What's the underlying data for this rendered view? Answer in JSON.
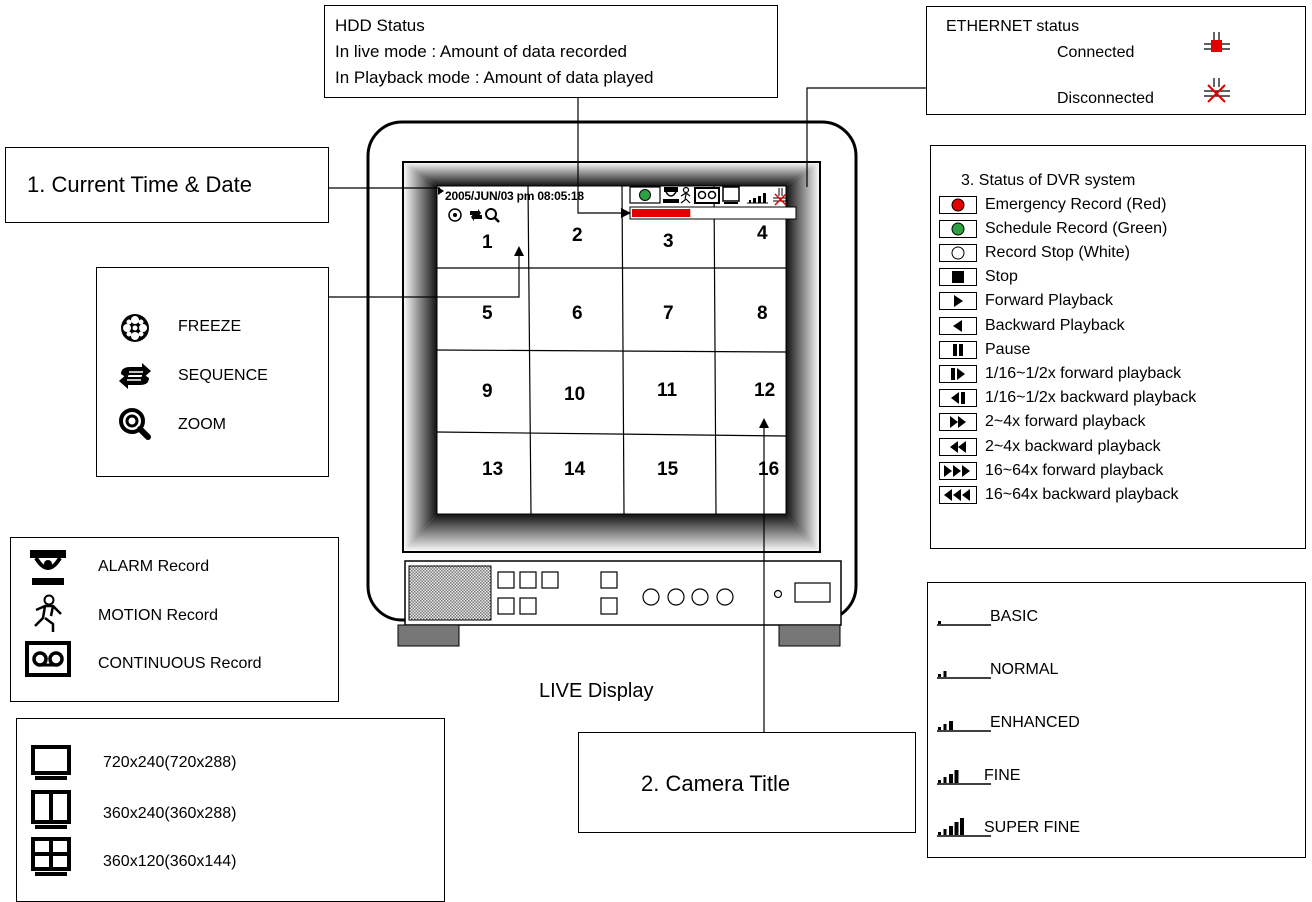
{
  "hdd": {
    "title": "HDD Status",
    "line1": "In live mode : Amount of data recorded",
    "line2": "In Playback mode : Amount of data played"
  },
  "ethernet": {
    "title": "ETHERNET status",
    "connected": "Connected",
    "disconnected": "Disconnected",
    "colors": {
      "connected": "#e00000",
      "disconnected": "#e00000"
    }
  },
  "time_box": {
    "label": "1. Current Time & Date"
  },
  "screen": {
    "timestamp": "2005/JUN/03 pm 08:05:18",
    "cameras": [
      "1",
      "2",
      "3",
      "4",
      "5",
      "6",
      "7",
      "8",
      "9",
      "10",
      "11",
      "12",
      "13",
      "14",
      "15",
      "16"
    ],
    "hdd_bar_fill": 0.36,
    "hdd_bar_color": "#e00000",
    "record_indicator_color": "#2ea043"
  },
  "display_modes": {
    "items": [
      {
        "icon": "freeze-icon",
        "label": "FREEZE"
      },
      {
        "icon": "sequence-icon",
        "label": "SEQUENCE"
      },
      {
        "icon": "zoom-icon",
        "label": "ZOOM"
      }
    ]
  },
  "status": {
    "title": "3. Status of DVR system",
    "items": [
      {
        "icon": "emergency-record-icon",
        "label": "Emergency Record (Red)",
        "color": "#e00000"
      },
      {
        "icon": "schedule-record-icon",
        "label": "Schedule Record (Green)",
        "color": "#2ea043"
      },
      {
        "icon": "record-stop-icon",
        "label": "Record Stop (White)",
        "color": "#ffffff"
      },
      {
        "icon": "stop-icon",
        "label": "Stop"
      },
      {
        "icon": "forward-playback-icon",
        "label": "Forward Playback"
      },
      {
        "icon": "backward-playback-icon",
        "label": "Backward Playback"
      },
      {
        "icon": "pause-icon",
        "label": "Pause"
      },
      {
        "icon": "slow-forward-icon",
        "label": "1/16~1/2x forward playback"
      },
      {
        "icon": "slow-backward-icon",
        "label": "1/16~1/2x backward playback"
      },
      {
        "icon": "fast-forward-icon",
        "label": "2~4x forward playback"
      },
      {
        "icon": "fast-backward-icon",
        "label": "2~4x backward playback"
      },
      {
        "icon": "super-fast-forward-icon",
        "label": "16~64x forward playback"
      },
      {
        "icon": "super-fast-backward-icon",
        "label": "16~64x backward playback"
      }
    ]
  },
  "record_types": {
    "items": [
      {
        "icon": "alarm-record-icon",
        "label": "ALARM  Record"
      },
      {
        "icon": "motion-record-icon",
        "label": "MOTION  Record"
      },
      {
        "icon": "continuous-record-icon",
        "label": "CONTINUOUS  Record"
      }
    ]
  },
  "live_display": {
    "label": "LIVE Display"
  },
  "resolutions": {
    "items": [
      {
        "icon": "full-frame-icon",
        "label": "720x240(720x288)"
      },
      {
        "icon": "half-frame-icon",
        "label": "360x240(360x288)"
      },
      {
        "icon": "quarter-frame-icon",
        "label": "360x120(360x144)"
      }
    ]
  },
  "camera_title": {
    "label": "2. Camera Title"
  },
  "quality": {
    "items": [
      {
        "icon": "quality-basic-icon",
        "label": "BASIC",
        "level": 1
      },
      {
        "icon": "quality-normal-icon",
        "label": "NORMAL",
        "level": 2
      },
      {
        "icon": "quality-enhanced-icon",
        "label": "ENHANCED",
        "level": 3
      },
      {
        "icon": "quality-fine-icon",
        "label": "FINE",
        "level": 4
      },
      {
        "icon": "quality-super-fine-icon",
        "label": "SUPER FINE",
        "level": 5
      }
    ]
  }
}
